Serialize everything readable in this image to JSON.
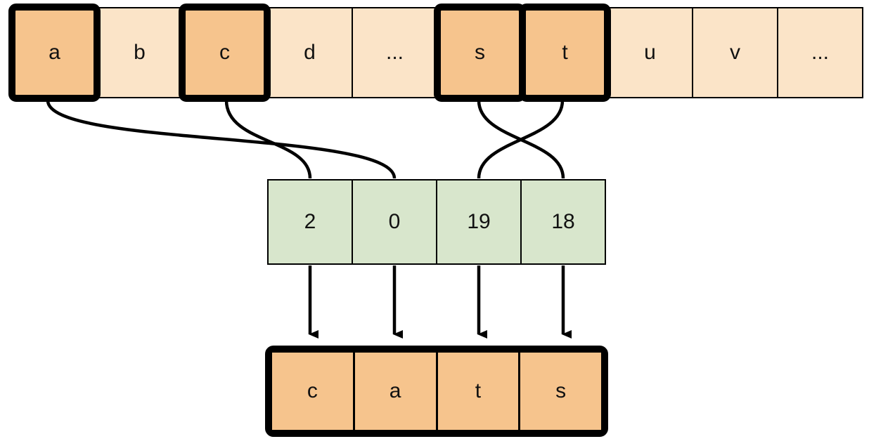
{
  "vocab_row": {
    "cells": [
      {
        "label": "a",
        "highlighted": true
      },
      {
        "label": "b",
        "highlighted": false
      },
      {
        "label": "c",
        "highlighted": true
      },
      {
        "label": "d",
        "highlighted": false
      },
      {
        "label": "...",
        "highlighted": false
      },
      {
        "label": "s",
        "highlighted": true
      },
      {
        "label": "t",
        "highlighted": true
      },
      {
        "label": "u",
        "highlighted": false
      },
      {
        "label": "v",
        "highlighted": false
      },
      {
        "label": "...",
        "highlighted": false
      }
    ]
  },
  "index_row": {
    "cells": [
      {
        "label": "2"
      },
      {
        "label": "0"
      },
      {
        "label": "19"
      },
      {
        "label": "18"
      }
    ]
  },
  "output_row": {
    "cells": [
      {
        "label": "c"
      },
      {
        "label": "a"
      },
      {
        "label": "t"
      },
      {
        "label": "s"
      }
    ]
  },
  "mappings": [
    {
      "from_letter": "c",
      "to_index": "2"
    },
    {
      "from_letter": "a",
      "to_index": "0"
    },
    {
      "from_letter": "t",
      "to_index": "19"
    },
    {
      "from_letter": "s",
      "to_index": "18"
    }
  ],
  "colors": {
    "cell_light": "#FBE4C8",
    "cell_highlight": "#F6C48D",
    "index_fill": "#D8E6CC",
    "line": "#000000"
  }
}
